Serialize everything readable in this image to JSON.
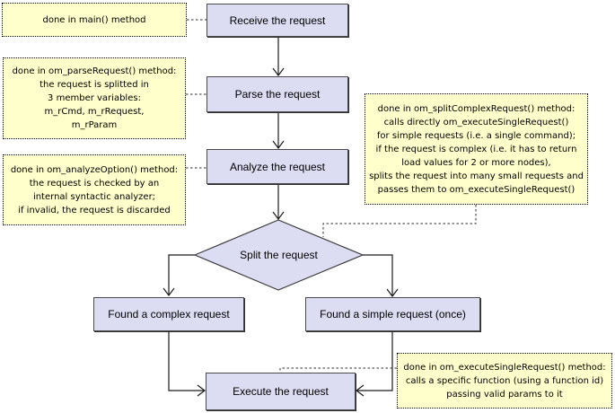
{
  "flow": {
    "receive": "Receive the request",
    "parse": "Parse the request",
    "analyze": "Analyze the request",
    "split": "Split the request",
    "complex": "Found a complex request",
    "simple": "Found a simple request (once)",
    "execute": "Execute the request"
  },
  "notes": {
    "main": "done in main() method",
    "parse": "done in om_parseRequest() method:\nthe request is splitted in\n3 member variables:\nm_rCmd, m_rRequest,\nm_rParam",
    "analyze": "done in om_analyzeOption() method:\nthe request is checked by an\ninternal syntactic analyzer;\nif invalid, the request is discarded",
    "split": "done in om_splitComplexRequest() method:\ncalls directly om_executeSingleRequest()\nfor simple requests (i.e. a single command);\nif the request is complex (i.e. it has to return\nload values for 2 or more nodes),\nsplits the request into many small requests and\npasses them to om_executeSingleRequest()",
    "execute": "done in om_executeSingleRequest() method:\ncalls a specific function (using a function id)\npassing valid params to it"
  },
  "colors": {
    "node_fill": "#dcdcf2",
    "node_border": "#4a4a4a",
    "note_fill": "#ffffcc",
    "note_border": "#000000",
    "line": "#1a1a1a",
    "background": "#ffffff"
  }
}
